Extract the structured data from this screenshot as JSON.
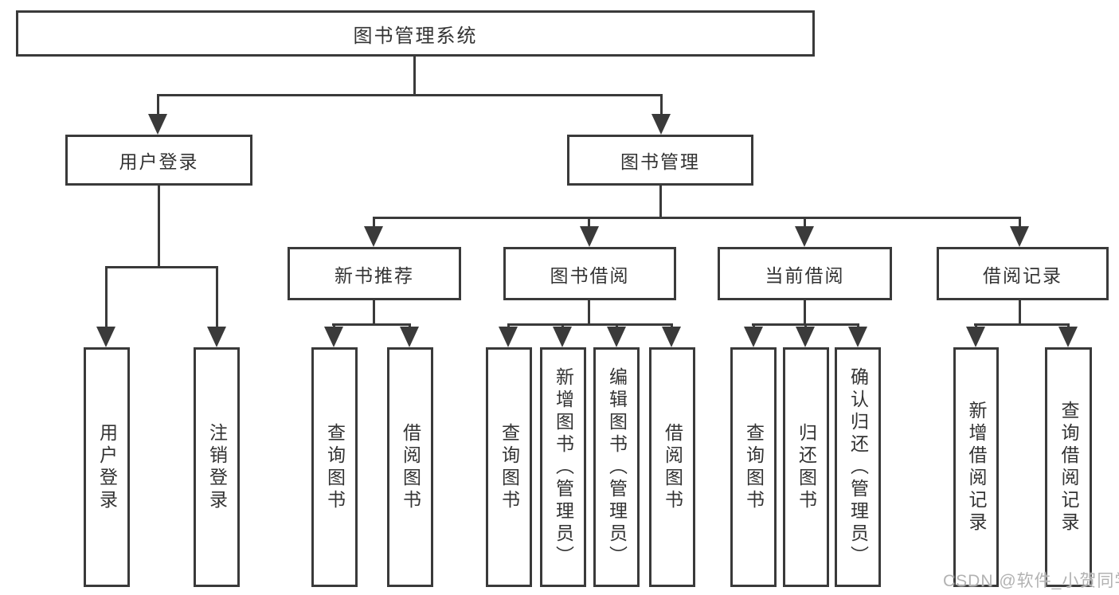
{
  "title": "图书管理系统",
  "watermark": "CSDN @软件_小贺同学",
  "colors": {
    "line": "#3a3a3a",
    "box_border": "#3a3a3a",
    "box_fill": "#ffffff",
    "text": "#333333",
    "background": "#ffffff",
    "watermark": "#b2b2b2"
  },
  "tree": {
    "root": "图书管理系统",
    "children": [
      {
        "label": "用户登录",
        "children": [
          "用户登录",
          "注销登录"
        ]
      },
      {
        "label": "图书管理",
        "children": [
          {
            "label": "新书推荐",
            "children": [
              "查询图书",
              "借阅图书"
            ]
          },
          {
            "label": "图书借阅",
            "children": [
              "查询图书",
              "新增图书（管理员）",
              "编辑图书（管理员）",
              "借阅图书"
            ]
          },
          {
            "label": "当前借阅",
            "children": [
              "查询图书",
              "归还图书",
              "确认归还（管理员）"
            ]
          },
          {
            "label": "借阅记录",
            "children": [
              "新增借阅记录",
              "查询借阅记录"
            ]
          }
        ]
      }
    ]
  }
}
